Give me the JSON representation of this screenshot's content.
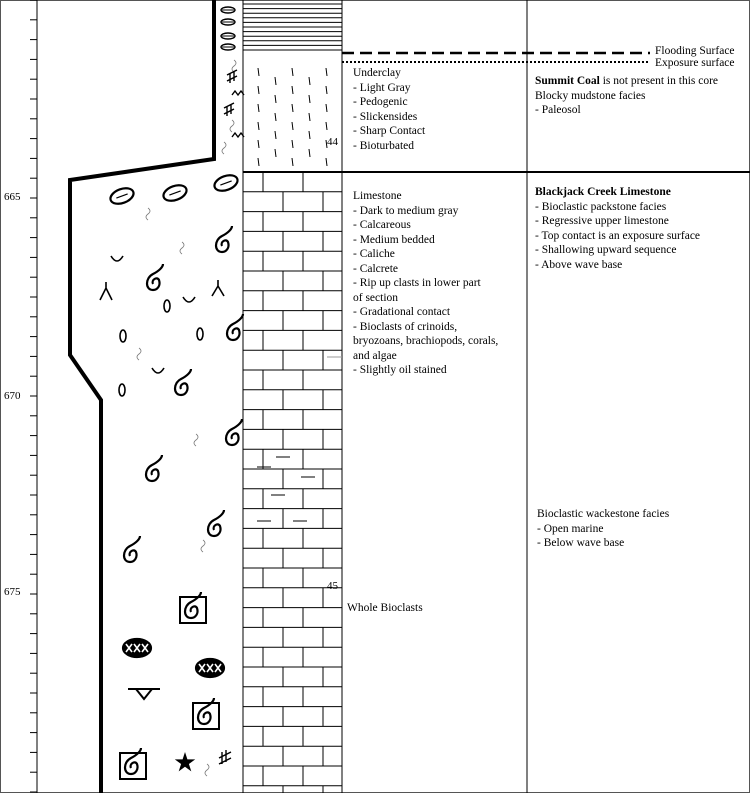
{
  "depth_axis": {
    "labels": [
      "665",
      "670",
      "675"
    ]
  },
  "samples": [
    "44",
    "45"
  ],
  "surfaces": {
    "flooding": "Flooding Surface",
    "exposure": "Exposure surface"
  },
  "underclay": {
    "title": "Underclay",
    "items": [
      "- Light Gray",
      "- Pedogenic",
      "- Slickensides",
      "- Sharp Contact",
      "- Bioturbated"
    ]
  },
  "summit": {
    "name": "Summit Coal",
    "note": " is not present in this core",
    "facies": "Blocky mudstone facies",
    "items": [
      "- Paleosol"
    ]
  },
  "limestone": {
    "title": "Limestone",
    "items": [
      "- Dark to medium gray",
      "- Calcareous",
      "- Medium bedded",
      "- Caliche",
      "- Calcrete",
      "- Rip up clasts in lower part",
      "of section",
      "- Gradational contact",
      "- Bioclasts of crinoids,",
      "bryozoans, brachiopods, corals,",
      "and algae",
      "- Slightly oil stained"
    ]
  },
  "blackjack": {
    "name": "Blackjack Creek Limestone",
    "items": [
      "- Bioclastic packstone facies",
      "- Regressive upper limestone",
      "- Top contact is an exposure surface",
      "- Shallowing upward sequence",
      "- Above wave base"
    ]
  },
  "wackestone": {
    "title": "Bioclastic wackestone facies",
    "items": [
      "- Open marine",
      "- Below wave base"
    ]
  },
  "whole_bioclasts": "Whole Bioclasts"
}
